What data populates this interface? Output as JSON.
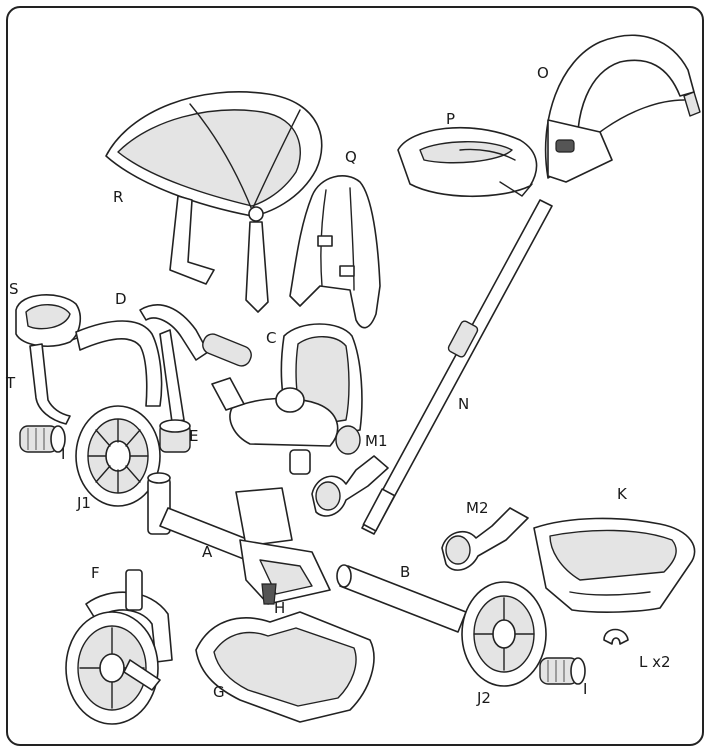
{
  "labels": {
    "A": "A",
    "B": "B",
    "C": "C",
    "D": "D",
    "E": "E",
    "F": "F",
    "G": "G",
    "H": "H",
    "I_left": "I",
    "I_right": "I",
    "J1": "J1",
    "J2": "J2",
    "K": "K",
    "L": "L x2",
    "M1": "M1",
    "M2": "M2",
    "N": "N",
    "O": "O",
    "P": "P",
    "Q": "Q",
    "R": "R",
    "S": "S",
    "T": "T"
  },
  "colors": {
    "line": "#222222",
    "shade": "#e4e4e4",
    "background": "#ffffff"
  }
}
